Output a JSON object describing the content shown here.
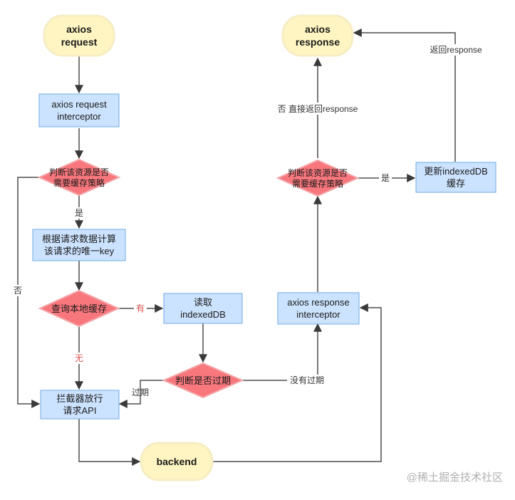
{
  "diagram": {
    "colors": {
      "terminal_fill": "#fff5c2",
      "terminal_stroke": "#f6edc4",
      "process_fill": "#cce3ff",
      "process_stroke": "#6ea8e6",
      "decision_fill": "#f7777d",
      "decision_stroke": "#f4a6a9",
      "edge": "#4d4d4d",
      "accent_label": "#d9534f"
    },
    "nodes": {
      "axios_request": [
        "axios",
        "request"
      ],
      "request_interceptor": [
        "axios request",
        "interceptor"
      ],
      "check_cache_strategy_left": [
        "判断该资源是否",
        "需要缓存策略"
      ],
      "compute_key": [
        "根据请求数据计算",
        "该请求的唯一key"
      ],
      "query_local_cache": [
        "查询本地缓存"
      ],
      "read_indexeddb": [
        "读取",
        "indexedDB"
      ],
      "check_expired": [
        "判断是否过期"
      ],
      "interceptor_pass": [
        "拦截器放行",
        "请求API"
      ],
      "backend": [
        "backend"
      ],
      "response_interceptor": [
        "axios response",
        "interceptor"
      ],
      "check_cache_strategy_right": [
        "判断该资源是否",
        "需要缓存策略"
      ],
      "update_indexeddb": [
        "更新indexedDB",
        "缓存"
      ],
      "axios_response": [
        "axios",
        "response"
      ]
    },
    "edge_labels": {
      "yes_left": "是",
      "no_left": "否",
      "has_cache": "有",
      "no_cache": "无",
      "expired": "过期",
      "not_expired": "没有过期",
      "yes_right": "是",
      "no_direct_return": "否  直接返回response",
      "return_response": "返回response"
    },
    "watermark": "@稀土掘金技术社区"
  }
}
